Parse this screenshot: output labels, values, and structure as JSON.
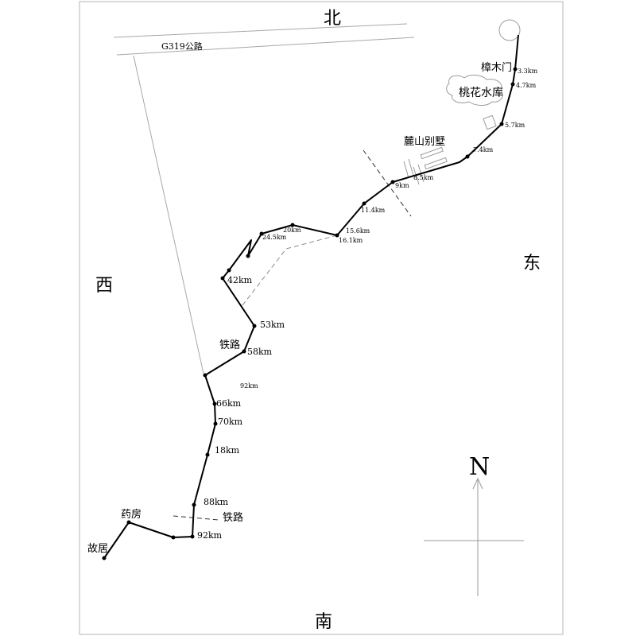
{
  "directions": {
    "north": "北",
    "south": "南",
    "east": "东",
    "west": "西"
  },
  "road": {
    "label": "G319公路"
  },
  "compass": {
    "label": "N"
  },
  "places": {
    "start": "樟木门",
    "reservoir": "桃花水库",
    "villa": "麓山别墅",
    "pharmacy": "药房",
    "former_residence": "故居",
    "railway_upper": "铁路",
    "railway_lower": "铁路"
  },
  "km_markers": {
    "m3_3": "3.3km",
    "m4_7": "4.7km",
    "m5_7": "5.7km",
    "m7_4": "7.4km",
    "m8_5": "8.5km",
    "m9": "9km",
    "m11_4": "11.4km",
    "m15_6": "15.6km",
    "m16_1": "16.1km",
    "m20": "20km",
    "m24_5": "24.5km",
    "m42": "42km",
    "m53": "53km",
    "m58": "58km",
    "m92s": "92km",
    "m66": "66km",
    "m70": "70km",
    "m18": "18km",
    "m88": "88km",
    "m92": "92km"
  }
}
